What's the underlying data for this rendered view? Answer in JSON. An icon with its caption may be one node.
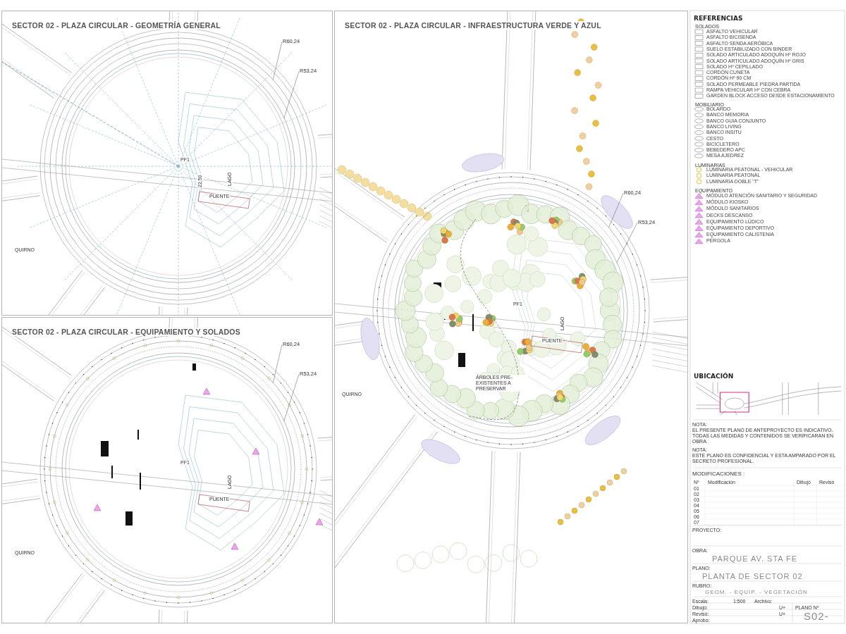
{
  "diagram": {
    "nodes": [
      {
        "text": [
          "SECTOR 02 - PLAZA CIRCULAR - GEOMETRÍA GENERAL"
        ]
      },
      {
        "text": [
          "SECTOR 02 - PLAZA CIRCULAR - EQUIPAMIENTO Y SOLADOS"
        ]
      },
      {
        "text": [
          "SECTOR 02 - PLAZA CIRCULAR - INFRAESTRUCTURA VERDE Y AZUL"
        ]
      },
      {
        "text": [
          "R60,24"
        ]
      },
      {
        "text": [
          "R53,24"
        ]
      },
      {
        "text": [
          "R60,24"
        ]
      },
      {
        "text": [
          "R53,24"
        ]
      },
      {
        "text": [
          "R60,24"
        ]
      },
      {
        "text": [
          "R53,24"
        ]
      },
      {
        "text": [],
        "shape": "circle"
      },
      {
        "text": [],
        "shape": "circle",
        "in": 9
      },
      {
        "text": [],
        "shape": "circle"
      },
      {
        "text": [],
        "shape": "circle",
        "in": 11
      },
      {
        "text": [],
        "shape": "circle"
      },
      {
        "text": [],
        "shape": "circle",
        "in": 13
      }
    ],
    "edges": [
      {
        "from": 3,
        "to": 9,
        "arrow": "none"
      },
      {
        "from": 4,
        "to": 10,
        "arrow": "none"
      },
      {
        "from": 5,
        "to": 11,
        "arrow": "none"
      },
      {
        "from": 6,
        "to": 12,
        "arrow": "none"
      },
      {
        "from": 7,
        "to": 13,
        "arrow": "none"
      },
      {
        "from": 8,
        "to": 14,
        "arrow": "none"
      }
    ],
    "labels": [
      "PF1",
      "22,50",
      "LAGO",
      "PUENTE",
      "QUIRNO",
      "PF1",
      "LAGO",
      "PUENTE",
      "QUIRNO",
      "PF1",
      "LAGO",
      "PUENTE",
      "QUIRNO",
      "ÁRBOLES PRE-EXISTENTES A PRESERVAR",
      "REFERENCIAS",
      "SOLADOS",
      "MOBILIARIO",
      "LUMINARIAS",
      "EQUIPAMIENTO",
      "UBICACIÓN",
      "NOTA:",
      "EL PRESENTE PLANO DE ANTEPROYECTO ES INDICATIVO. TODAS LAS MEDIDAS Y CONTENIDOS SE VERIFICARAN EN OBRA.",
      "NOTA:",
      "ESTE PLANO ES CONFIDENCIAL Y ESTA AMPARADO POR EL SECRETO PROFESIONAL.",
      "MODIFICACIONES :",
      "Nº",
      "Modificación",
      "Dibujó",
      "Revisó",
      "01",
      "02",
      "03",
      "04",
      "05",
      "06",
      "07",
      "PROYECTO:",
      "OBRA:",
      "PARQUE AV. STA FE",
      "PLANO:",
      "PLANTA DE SECTOR 02",
      "RUBRO:",
      "GEOM. - EQUIP. - VEGETACIÓN",
      "Escala:",
      "1:500",
      "Archivo:",
      "Dibujó:",
      "U+",
      "Revisó:",
      "U+",
      "Aprobó:",
      "PLANO Nº",
      "S02-"
    ],
    "legend": [
      {
        "text": "ASFALTO VEHICULAR"
      },
      {
        "text": "ASFALTO BICISENDA"
      },
      {
        "text": "ASFALTO SENDA AERÓBICA"
      },
      {
        "text": "SUELO ESTABILIZADO CON BINDER"
      },
      {
        "text": "SOLADO ARTICULADO ADOQUÍN Hº ROJO"
      },
      {
        "text": "SOLADO ARTICULADO ADOQUÍN Hº GRIS"
      },
      {
        "text": "SOLADO Hº CEPILLADO"
      },
      {
        "text": "CORDÓN CUNETA"
      },
      {
        "text": "CORDÓN Hº 90 CM"
      },
      {
        "text": "SOLADO PERMEABLE PIEDRA PARTIDA"
      },
      {
        "text": "RAMPA VEHICULAR Hº CON CEBRA"
      },
      {
        "text": "GARDEN BLOCK ACCESO DESDE ESTACIONAMIENTO"
      },
      {
        "text": "BOLARDO"
      },
      {
        "text": "BANCO MEMORIA"
      },
      {
        "text": "BANCO GUIA CONJUNTO"
      },
      {
        "text": "BANCO LIVING"
      },
      {
        "text": "BANCO INSITU"
      },
      {
        "text": "CESTO"
      },
      {
        "text": "BICICLETERO"
      },
      {
        "text": "BEBEDERO APC"
      },
      {
        "text": "MESA AJEDREZ"
      },
      {
        "text": "LUMINARIA PEATONAL - VEHICULAR"
      },
      {
        "text": "LUMINARIA PEATONAL"
      },
      {
        "text": "LUMINARIA DOBLE \"T\""
      },
      {
        "text": "MÓDULO ATENCIÓN SANITARIO Y SEGURIDAD"
      },
      {
        "text": "MÓDULO KIOSKO"
      },
      {
        "text": "MÓDULO SANITARIOS"
      },
      {
        "text": "DECKS DESCANSO"
      },
      {
        "text": "EQUIPAMIENTO LÚDICO"
      },
      {
        "text": "EQUIPAMIENTO DEPORTIVO"
      },
      {
        "text": "EQUIPAMIENTO CALISTENIA"
      },
      {
        "text": "PÉRGOLA"
      }
    ]
  }
}
